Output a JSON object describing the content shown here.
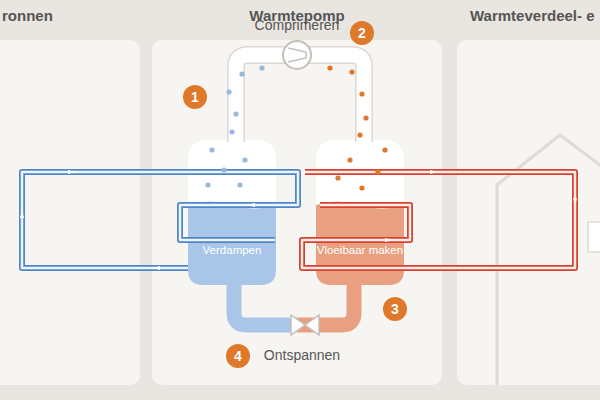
{
  "diagram": {
    "nodes": [
      {
        "text": [
          "ronnen"
        ]
      },
      {
        "text": [
          "Warmtepomp"
        ]
      },
      {
        "text": [
          "Warmteverdeel- e"
        ]
      },
      {
        "text": [
          "Verdampen"
        ],
        "in": 1
      },
      {
        "text": [
          "Vloeibaar maken"
        ],
        "in": 1
      }
    ],
    "edges": [
      {
        "from": 3,
        "to": 4,
        "arrow": "none"
      },
      {
        "from": 4,
        "to": 3,
        "arrow": "none"
      }
    ],
    "labels": [
      "Comprimeren",
      "1",
      "2",
      "3",
      "4",
      "Ontspannen"
    ]
  }
}
